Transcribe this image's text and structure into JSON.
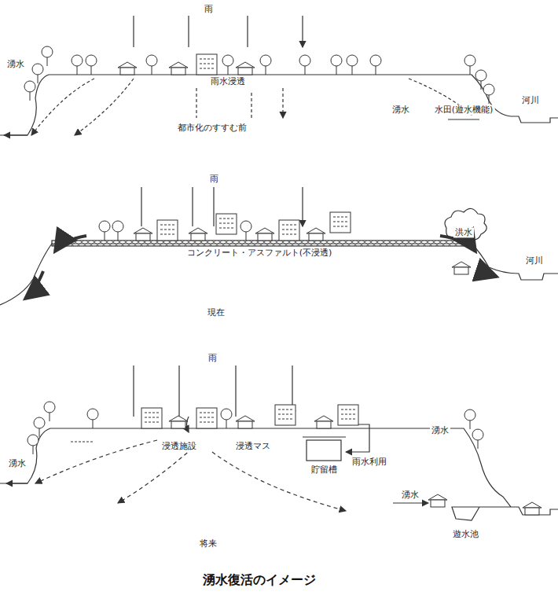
{
  "diagram": {
    "caption": "湧水復活のイメージ",
    "labels": [
      "雨",
      "湧水",
      "雨水浸透",
      "都市化のすすむ前",
      "湧水",
      "水田(遊水機能)",
      "河川",
      "雨",
      "コンクリート・アスファルト(不浸透)",
      "洪水",
      "河川",
      "現在",
      "雨",
      "湧水",
      "浸透施設",
      "浸透マス",
      "貯留槽",
      "雨水利用",
      "湧水",
      "湧水",
      "遊水池",
      "将来"
    ]
  }
}
